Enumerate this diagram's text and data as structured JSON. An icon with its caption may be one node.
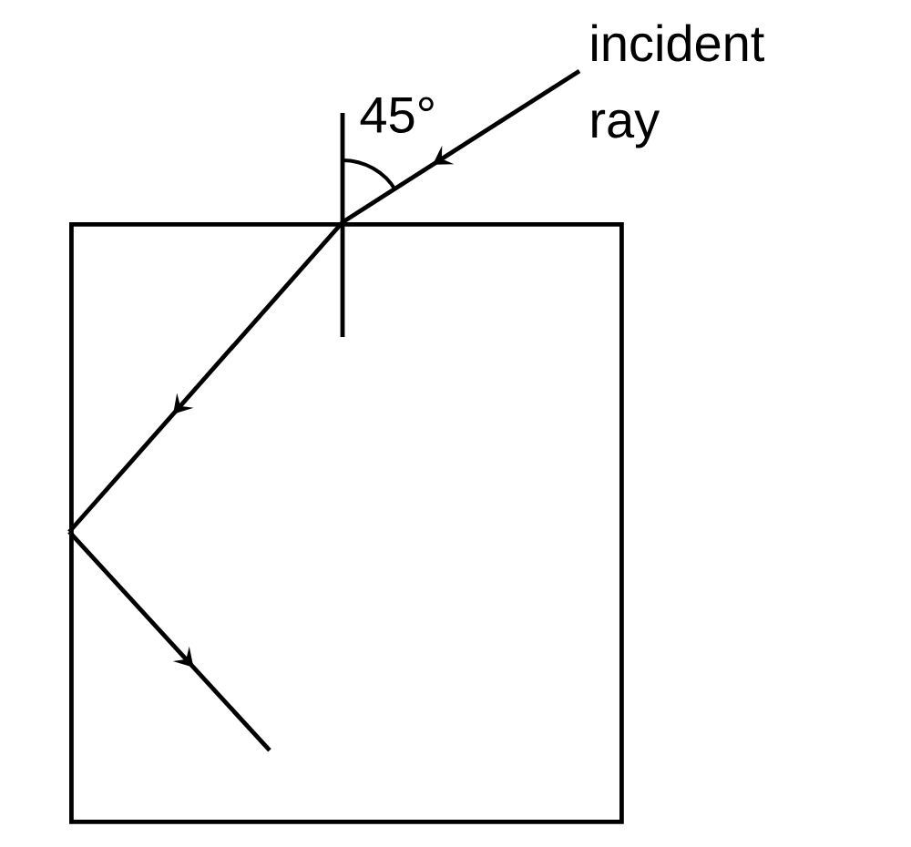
{
  "diagram": {
    "nodes": [
      {
        "text": [
          "incident ray"
        ]
      },
      {
        "text": [],
        "shape": "box"
      }
    ],
    "edges": [
      {
        "from": 0,
        "to": 1,
        "arrow": "to"
      }
    ],
    "labels": [
      "45°"
    ]
  }
}
